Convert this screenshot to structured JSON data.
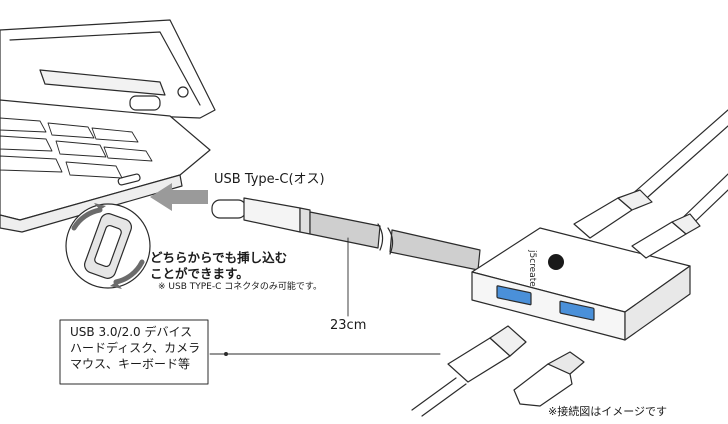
{
  "labels": {
    "connector": "USB Type-C(オス)",
    "insert_line_1": "どちらからでも挿し込む",
    "insert_line_2": "ことができます。",
    "insert_note": "※ USB TYPE-C コネクタのみ可能です。",
    "cable_length": "23cm",
    "devices": [
      "USB 3.0/2.0 デバイス",
      "ハードディスク、カメラ",
      "マウス、キーボード等"
    ],
    "footnote": "※接続図はイメージです"
  },
  "logo_text": "j5create",
  "colors": {
    "line": "#2b2b2b",
    "cable_fill": "#cfcfcf",
    "usb_port_blue": "#4a90d9",
    "arrow_gray": "#9a9a9a",
    "rotate_gray": "#6b6b6b"
  }
}
